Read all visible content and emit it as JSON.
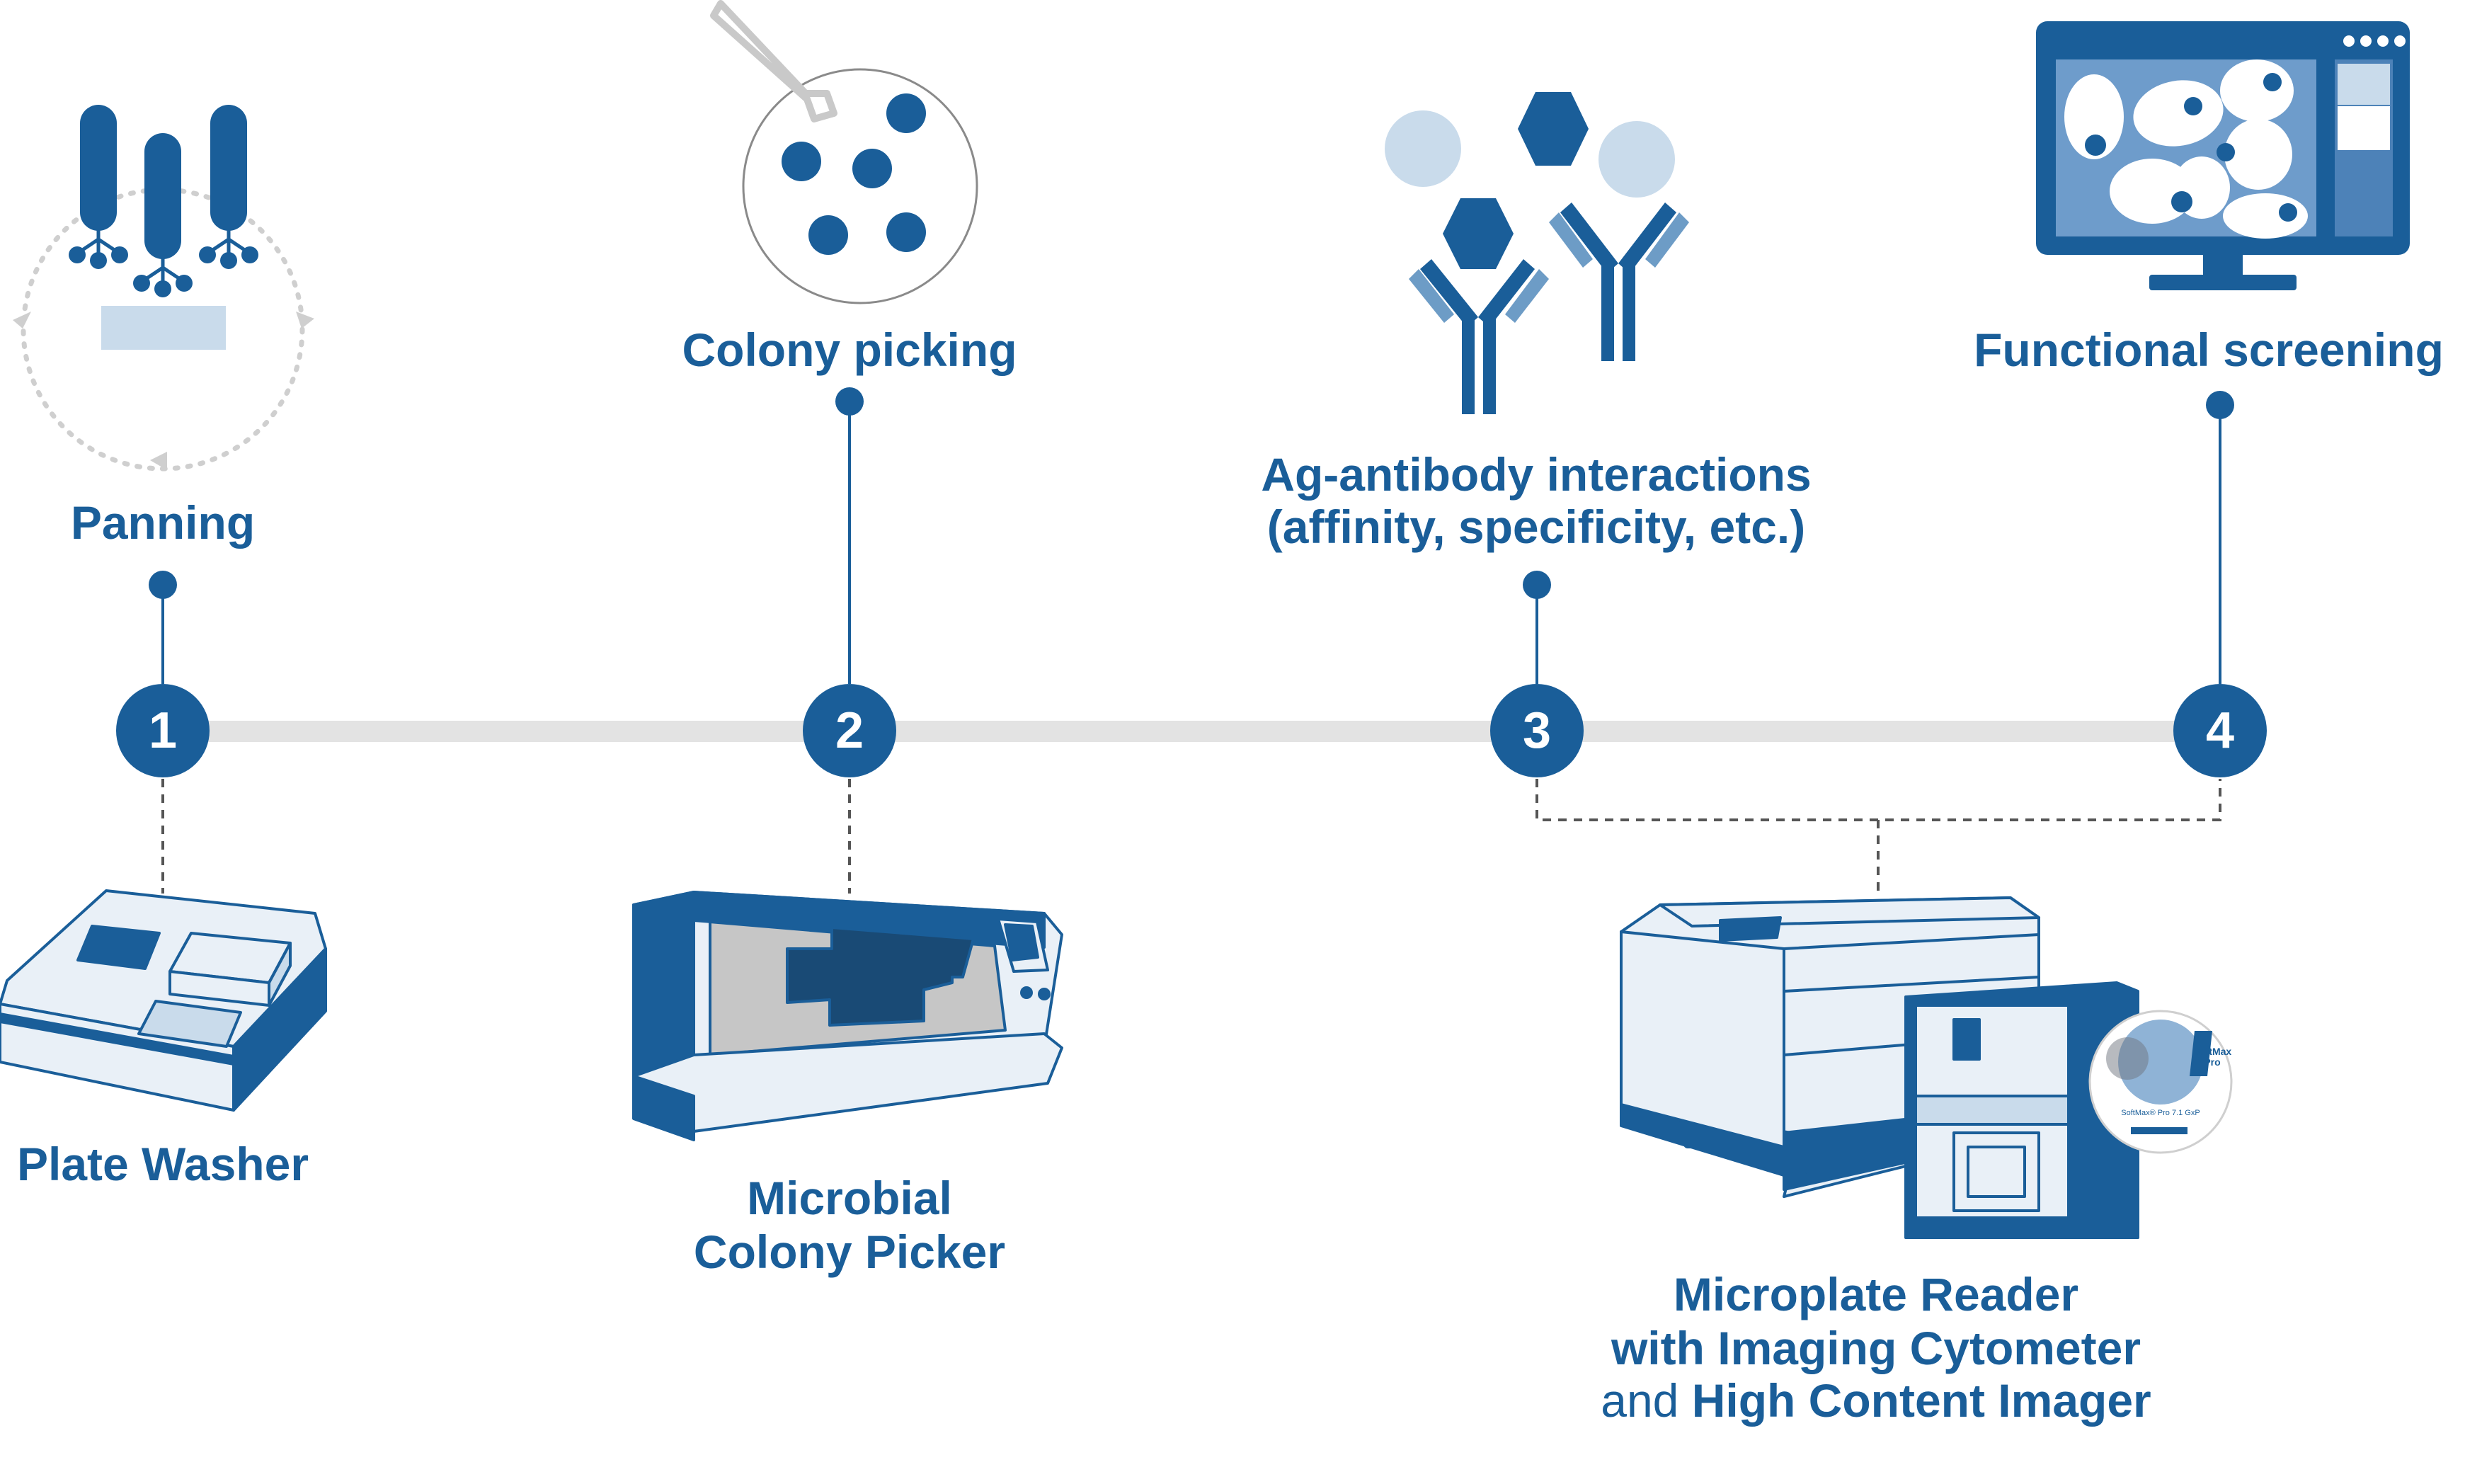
{
  "steps": [
    {
      "number": "1",
      "stage": "Panning",
      "instrument": "Plate Washer"
    },
    {
      "number": "2",
      "stage": "Colony picking",
      "instrument_line1": "Microbial",
      "instrument_line2": "Colony Picker"
    },
    {
      "number": "3",
      "stage_line1": "Ag-antibody interactions",
      "stage_line2": "(affinity, specificity, etc.)"
    },
    {
      "number": "4",
      "stage": "Functional screening"
    }
  ],
  "shared_instrument": {
    "line1": "Microplate Reader",
    "line2": "with Imaging Cytometer",
    "line3_connector": "and",
    "line3_rest": "High Content Imager"
  },
  "software_disc": {
    "title_line1": "SoftMax",
    "title_line2": "Pro",
    "version_label": "SoftMax® Pro 7.1 GxP"
  },
  "colors": {
    "primary": "#1a5e99",
    "light_fill": "#e9f0f7",
    "accent_light": "#c9dbeb",
    "track": "#e3e3e3",
    "dark_navy": "#194a75",
    "inner_gray": "#c6c6c6"
  }
}
